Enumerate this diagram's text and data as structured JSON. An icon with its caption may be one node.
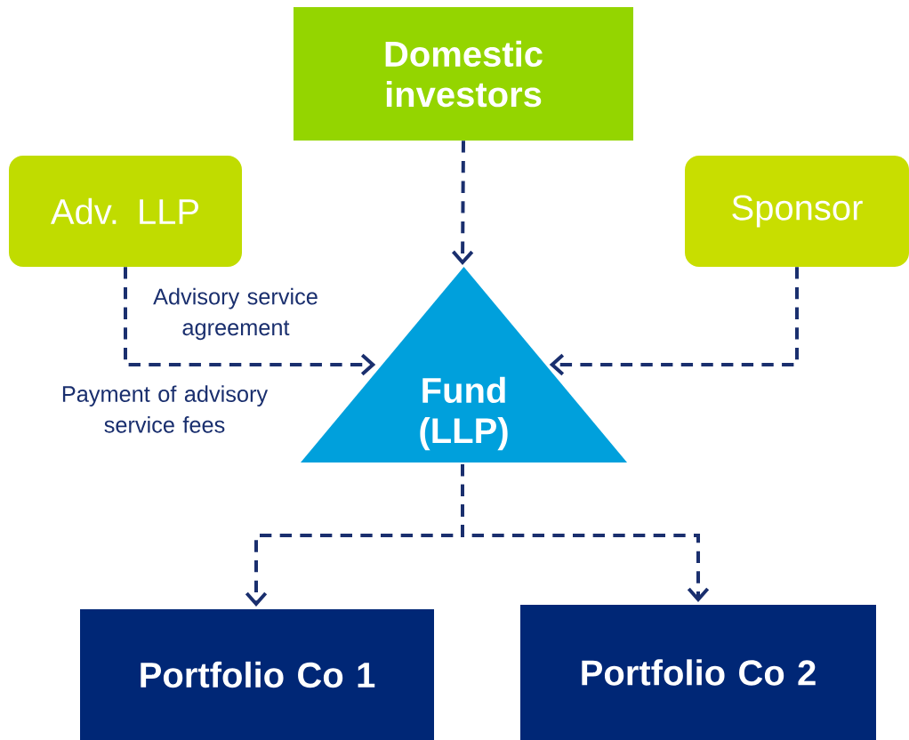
{
  "diagram": {
    "nodes": [
      {
        "text": [
          "Domestic investors"
        ]
      },
      {
        "text": [
          "Adv. LLP"
        ]
      },
      {
        "text": [
          "Sponsor"
        ]
      },
      {
        "text": [
          "Fund (LLP)"
        ]
      },
      {
        "text": [
          "Portfolio Co 1"
        ]
      },
      {
        "text": [
          "Portfolio Co 2"
        ]
      }
    ],
    "edges": [
      {
        "from": 0,
        "to": 3,
        "arrow": "to",
        "style": "dashed"
      },
      {
        "from": 1,
        "to": 3,
        "arrow": "to",
        "style": "dashed",
        "label": "Advisory service agreement"
      },
      {
        "from": 2,
        "to": 3,
        "arrow": "to",
        "style": "dashed"
      },
      {
        "from": 3,
        "to": 4,
        "arrow": "to",
        "style": "dashed"
      },
      {
        "from": 3,
        "to": 5,
        "arrow": "to",
        "style": "dashed"
      }
    ],
    "labels": [
      "Payment of advisory service fees"
    ]
  }
}
